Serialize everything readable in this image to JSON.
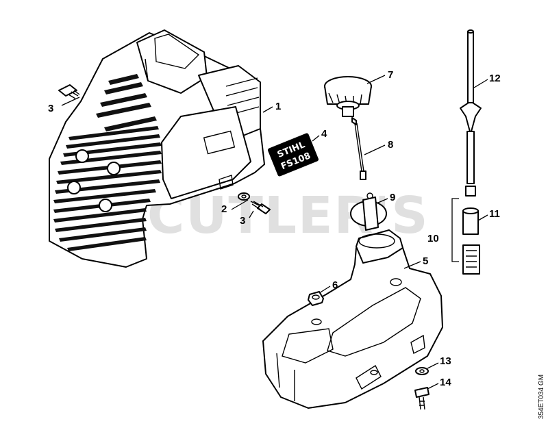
{
  "watermark": "CUTLER'S",
  "doc_code": "354ET034 GM",
  "decal": {
    "line1": "STIHL",
    "line2": "FS108"
  },
  "callouts": [
    {
      "id": "1",
      "text": "1"
    },
    {
      "id": "2",
      "text": "2"
    },
    {
      "id": "3a",
      "text": "3"
    },
    {
      "id": "3b",
      "text": "3"
    },
    {
      "id": "4",
      "text": "4"
    },
    {
      "id": "5",
      "text": "5"
    },
    {
      "id": "6",
      "text": "6"
    },
    {
      "id": "7",
      "text": "7"
    },
    {
      "id": "8",
      "text": "8"
    },
    {
      "id": "9",
      "text": "9"
    },
    {
      "id": "10",
      "text": "10"
    },
    {
      "id": "11",
      "text": "11"
    },
    {
      "id": "12",
      "text": "12"
    },
    {
      "id": "13",
      "text": "13"
    },
    {
      "id": "14",
      "text": "14"
    }
  ]
}
